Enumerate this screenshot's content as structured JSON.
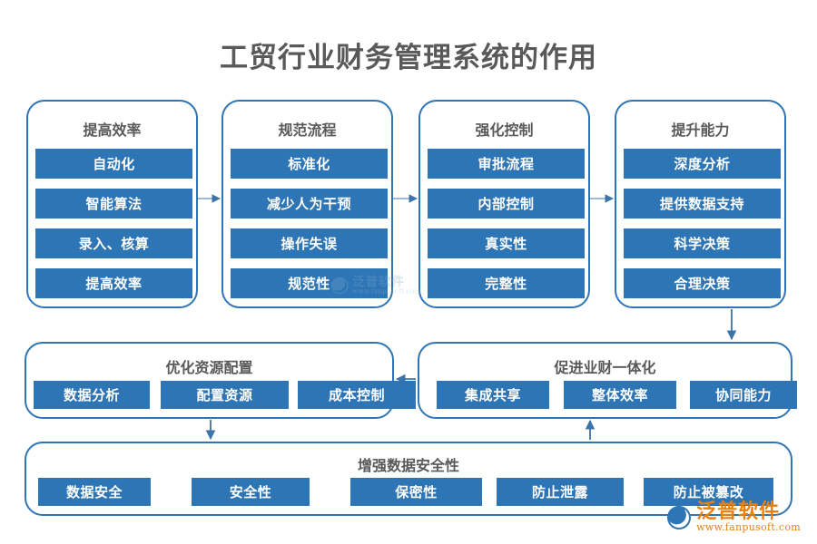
{
  "page": {
    "title": "工贸行业财务管理系统的作用",
    "background_color": "#FFFFFF",
    "accent_color": "#2E75B6",
    "title_color": "#595959",
    "chip_text_color": "#FFFFFF"
  },
  "cards": {
    "efficiency": {
      "title": "提高效率",
      "items": [
        "自动化",
        "智能算法",
        "录入、核算",
        "提高效率"
      ]
    },
    "process": {
      "title": "规范流程",
      "items": [
        "标准化",
        "减少人为干预",
        "操作失误",
        "规范性"
      ]
    },
    "control": {
      "title": "强化控制",
      "items": [
        "审批流程",
        "内部控制",
        "真实性",
        "完整性"
      ]
    },
    "capability": {
      "title": "提升能力",
      "items": [
        "深度分析",
        "提供数据支持",
        "科学决策",
        "合理决策"
      ]
    },
    "resource": {
      "title": "优化资源配置",
      "items": [
        "数据分析",
        "配置资源",
        "成本控制"
      ]
    },
    "integration": {
      "title": "促进业财一体化",
      "items": [
        "集成共享",
        "整体效率",
        "协同能力"
      ]
    },
    "security": {
      "title": "增强数据安全性",
      "items": [
        "数据安全",
        "安全性",
        "保密性",
        "防止泄露",
        "防止被篡改"
      ]
    }
  },
  "flow": {
    "connectors": [
      {
        "name": "efficiency-to-process",
        "direction": "right"
      },
      {
        "name": "process-to-control",
        "direction": "right"
      },
      {
        "name": "control-to-capability",
        "direction": "right"
      },
      {
        "name": "capability-to-integration",
        "direction": "down"
      },
      {
        "name": "integration-to-resource",
        "direction": "left"
      },
      {
        "name": "resource-to-security",
        "direction": "down"
      },
      {
        "name": "security-to-integration",
        "direction": "up"
      }
    ]
  },
  "watermark": {
    "brand": "泛普软件",
    "url": "www.fanpusoft.com",
    "brand_color": "#E8820C"
  }
}
